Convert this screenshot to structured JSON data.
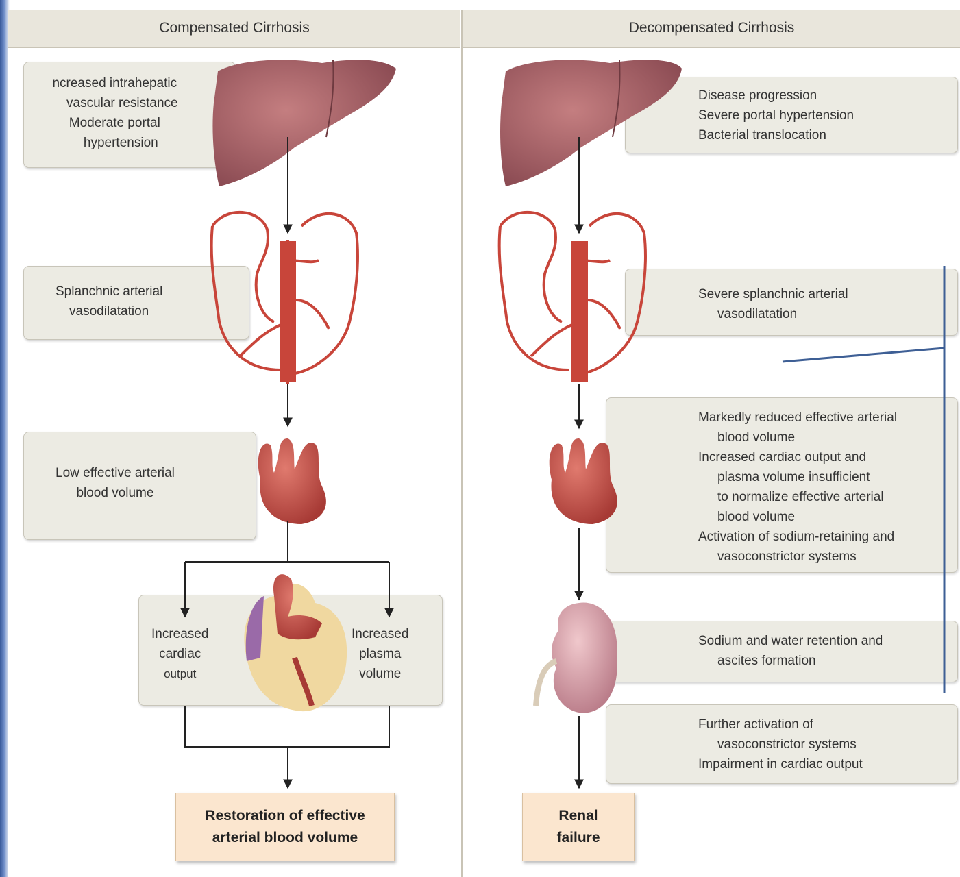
{
  "headers": {
    "left": "Compensated Cirrhosis",
    "right": "Decompensated Cirrhosis"
  },
  "left": {
    "box1": [
      "ncreased intrahepatic",
      "vascular resistance",
      "Moderate portal",
      "hypertension"
    ],
    "box2": [
      "Splanchnic arterial",
      "vasodilatation"
    ],
    "box3": [
      "Low effective arterial",
      "blood volume"
    ],
    "box4_left": [
      "Increased",
      "cardiac",
      "output"
    ],
    "box4_right": [
      "Increased",
      "plasma",
      "volume"
    ],
    "outcome": [
      "Restoration of effective",
      "arterial blood volume"
    ]
  },
  "right": {
    "box1": [
      "Disease progression",
      "Severe portal hypertension",
      "Bacterial translocation"
    ],
    "box2": [
      "Severe splanchnic arterial",
      "vasodilatation"
    ],
    "box3": [
      "Markedly reduced effective arterial",
      "blood volume",
      "Increased cardiac output and",
      "plasma volume insufficient",
      "to normalize effective arterial",
      "blood volume",
      "Activation of sodium-retaining and",
      "vasoconstrictor systems"
    ],
    "box4": [
      "Sodium and water retention and",
      "ascites formation"
    ],
    "box5": [
      "Further activation of",
      "vasoconstrictor systems",
      "Impairment in cardiac output"
    ],
    "outcome": [
      "Renal",
      "failure"
    ]
  },
  "colors": {
    "header_bg": "#e9e6dc",
    "box_bg": "#ecebe3",
    "outcome_bg": "#fbe6cf",
    "liver": "#a0555a",
    "artery": "#c8453a",
    "kidney": "#d7a0aa",
    "annotation_line": "#3e5f95"
  },
  "icons": [
    "liver-icon",
    "splanchnic-vessels-icon",
    "aorta-icon",
    "heart-icon",
    "kidney-icon"
  ]
}
